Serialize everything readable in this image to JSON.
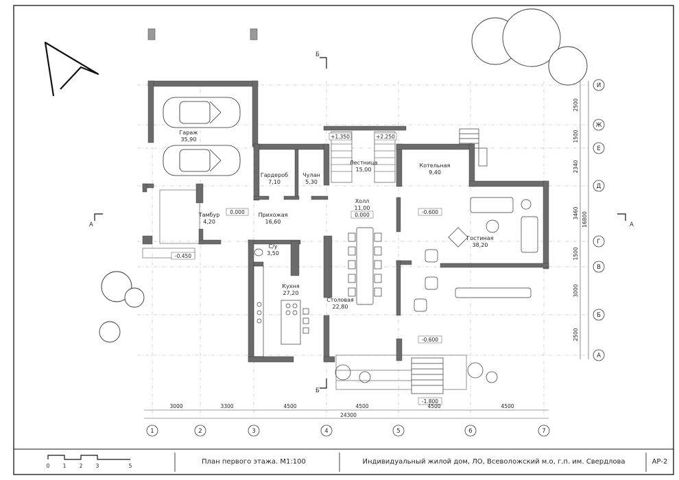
{
  "title_block": {
    "sheet_title": "План первого этажа.  М1:100",
    "project": "Индивидуальный жилой дом, ЛО, Всеволожский м.о, г.п. им. Свердлова",
    "sheet_code": "АР-2",
    "scale_labels": [
      "0",
      "1",
      "2",
      "3",
      "5"
    ]
  },
  "rooms": [
    {
      "name": "Гараж",
      "area": "35,90"
    },
    {
      "name": "Гардероб",
      "area": "7,10"
    },
    {
      "name": "Чулан",
      "area": "5,30"
    },
    {
      "name": "Лестница",
      "area": "15,00"
    },
    {
      "name": "Котельная",
      "area": "9,40"
    },
    {
      "name": "Тамбур",
      "area": "4,20"
    },
    {
      "name": "Прихожая",
      "area": "16,60"
    },
    {
      "name": "Холл",
      "area": "11,00"
    },
    {
      "name": "С/у",
      "area": "3,50"
    },
    {
      "name": "Кухня",
      "area": "27,20"
    },
    {
      "name": "Столовая",
      "area": "22,80"
    },
    {
      "name": "Гостиная",
      "area": "38,20"
    }
  ],
  "levels": {
    "stair_left": "+1.350",
    "stair_right": "+2.250",
    "entry": "0.000",
    "hall": "0.000",
    "living": "-0.600",
    "lower": "-0.600",
    "outside": "-0.450",
    "terrace": "-1.800"
  },
  "axes_letters": [
    "И",
    "Ж",
    "Е",
    "Д",
    "Г",
    "В",
    "Б",
    "А"
  ],
  "axes_numbers": [
    "1",
    "2",
    "3",
    "4",
    "5",
    "6",
    "7"
  ],
  "dims_bottom": [
    "3000",
    "3300",
    "4500",
    "4500",
    "4500",
    "4500"
  ],
  "dim_total_bottom": "24300",
  "dims_right": [
    "2500",
    "1500",
    "2340",
    "3460",
    "1500",
    "3000",
    "2500"
  ],
  "dim_total_right": "16800",
  "section_marks": {
    "top": "Б",
    "bottom": "Б",
    "left": "А",
    "right": "А"
  }
}
